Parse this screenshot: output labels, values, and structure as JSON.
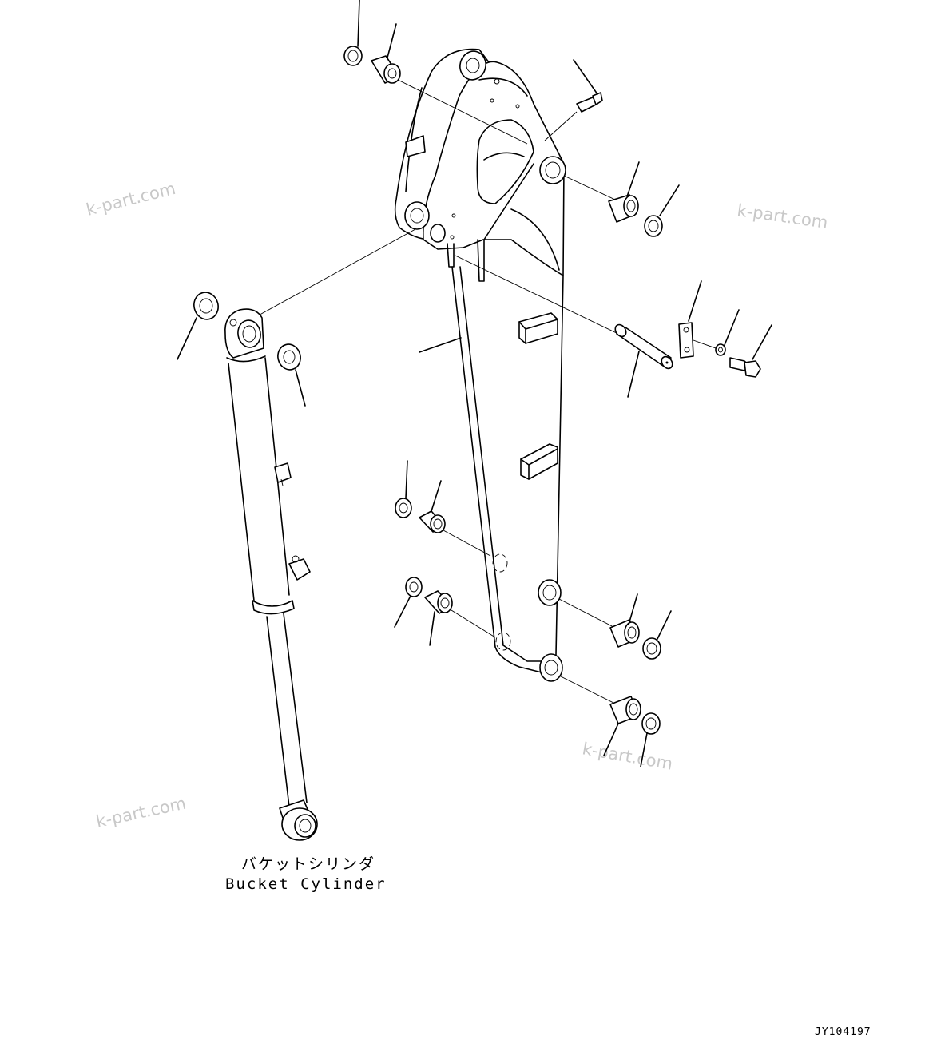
{
  "watermarks": [
    "k-part.com",
    "k-part.com",
    "k-part.com",
    "k-part.com"
  ],
  "caption": {
    "japanese": "バケットシリンダ",
    "english": "Bucket Cylinder"
  },
  "drawing_code": "JY104197"
}
